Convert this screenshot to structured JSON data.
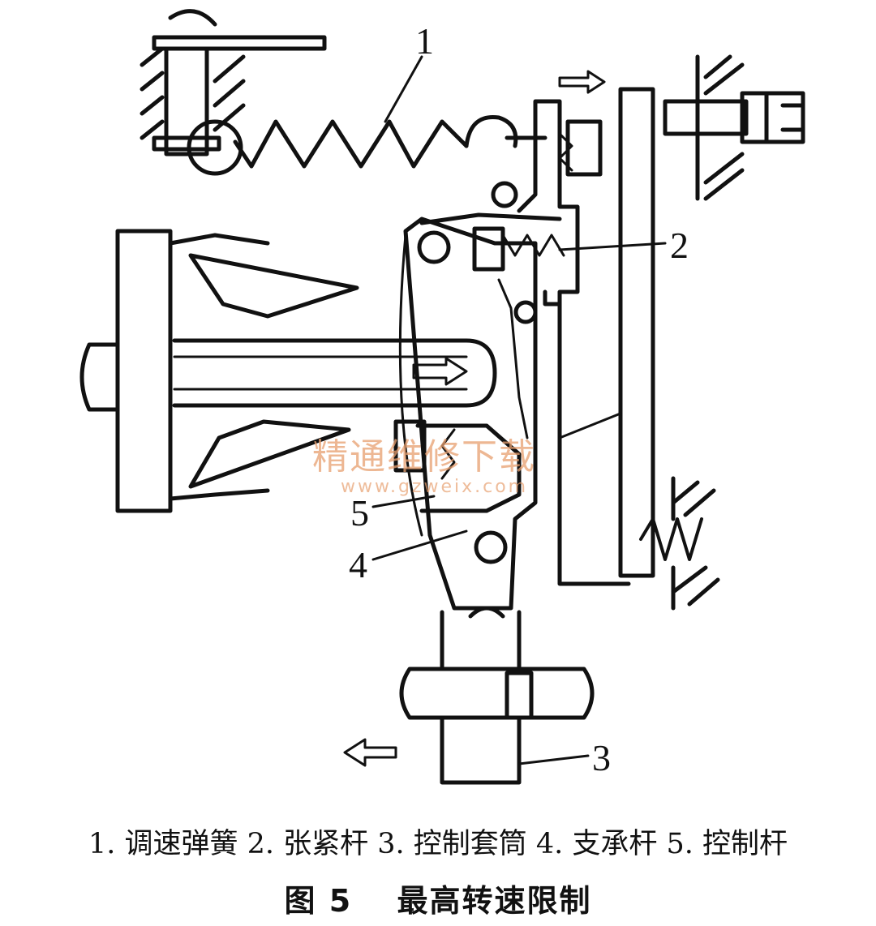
{
  "labels": {
    "l1": "1",
    "l2": "2",
    "l3": "3",
    "l4": "4",
    "l5": "5"
  },
  "watermark": {
    "text": "精通维修下载",
    "url": "www.gzweix.com"
  },
  "legend": "1. 调速弹簧 2. 张紧杆 3. 控制套筒 4. 支承杆 5. 控制杆",
  "caption": "图 5　 最高转速限制"
}
